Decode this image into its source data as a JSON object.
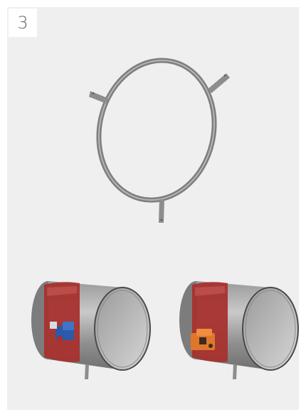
{
  "step": {
    "number": "3"
  },
  "illustration": {
    "top": "mounting-ring-with-brackets",
    "bottom_left": "damper-with-blue-actuator",
    "bottom_right": "damper-with-orange-actuator"
  },
  "colors": {
    "panel_bg": "#efefef",
    "metal": "#8a8a8a",
    "seal_red": "#a6312f",
    "actuator_blue": "#2c5aa8",
    "actuator_orange": "#e0762a"
  }
}
